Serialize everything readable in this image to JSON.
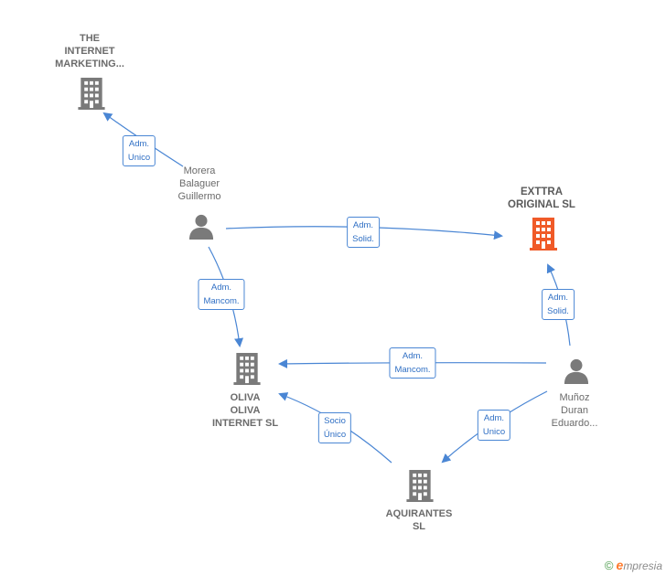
{
  "nodes": {
    "internet_marketing": {
      "label": "THE\nINTERNET\nMARKETING...",
      "icon": "building-icon"
    },
    "exttra": {
      "label": "EXTTRA\nORIGINAL  SL",
      "icon": "building-icon"
    },
    "oliva": {
      "label": "OLIVA\nOLIVA\nINTERNET SL",
      "icon": "building-icon"
    },
    "aquirantes": {
      "label": "AQUIRANTES\nSL",
      "icon": "building-icon"
    },
    "morera": {
      "label": "Morera\nBalaguer\nGuillermo",
      "icon": "person-icon"
    },
    "munoz": {
      "label": "Muñoz\nDuran\nEduardo...",
      "icon": "person-icon"
    }
  },
  "edges": {
    "morera_internet": "Adm.\nUnico",
    "morera_exttra": "Adm.\nSolid.",
    "morera_oliva": "Adm.\nMancom.",
    "munoz_exttra": "Adm.\nSolid.",
    "munoz_oliva": "Adm.\nMancom.",
    "munoz_aquirantes": "Adm.\nUnico",
    "aquirantes_oliva": "Socio\nÚnico"
  },
  "colors": {
    "edge": "#4a86d4",
    "company": "#7a7a7a",
    "focus_company": "#f05a28",
    "person": "#7a7a7a"
  },
  "footer": {
    "copyright": "©",
    "brand_e": "e",
    "brand_rest": "mpresia"
  }
}
